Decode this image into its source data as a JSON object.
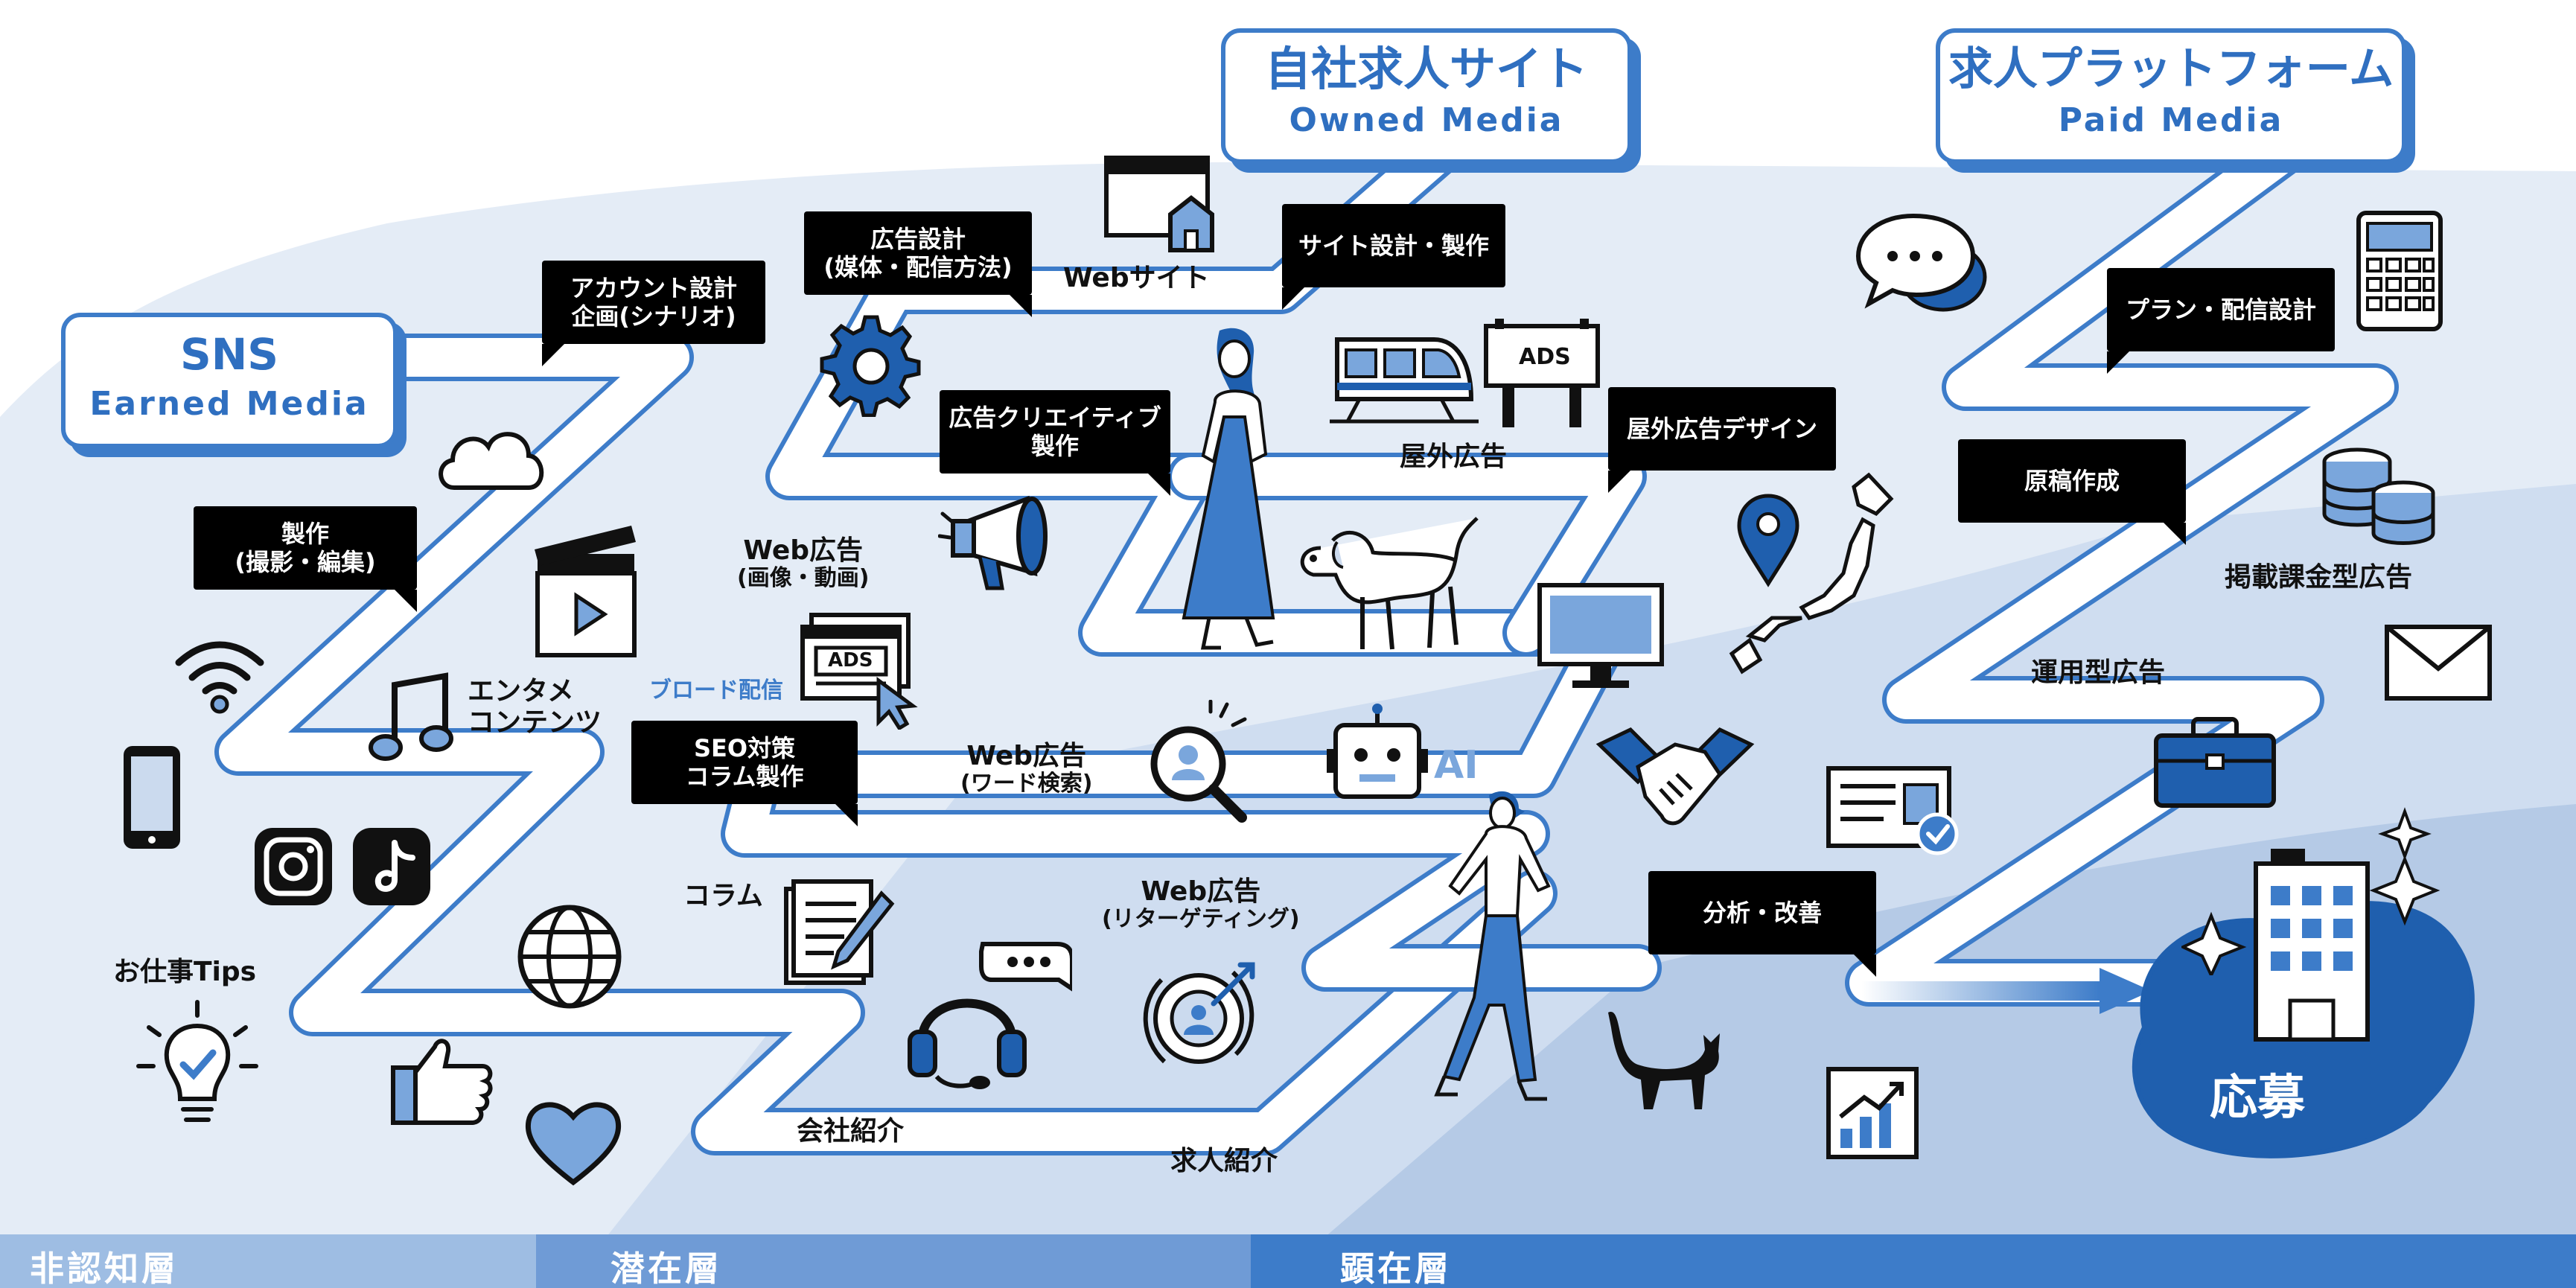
{
  "channels": {
    "sns": {
      "title": "SNS",
      "subtitle": "Earned Media"
    },
    "owned": {
      "title": "自社求人サイト",
      "subtitle": "Owned Media"
    },
    "paid": {
      "title": "求人プラットフォーム",
      "subtitle": "Paid Media"
    }
  },
  "tags": {
    "account_design": [
      "アカウント設計",
      "企画(シナリオ)"
    ],
    "production": [
      "製作",
      "(撮影・編集)"
    ],
    "ad_design": [
      "広告設計",
      "(媒体・配信方法)"
    ],
    "ad_creative": [
      "広告クリエイティブ",
      "製作"
    ],
    "site_design": "サイト設計・製作",
    "seo": [
      "SEO対策",
      "コラム製作"
    ],
    "outdoor_design": "屋外広告デザイン",
    "plan": "プラン・配信設計",
    "manuscript": "原稿作成",
    "analysis": "分析・改善"
  },
  "labels": {
    "website": "Webサイト",
    "outdoor_ad": "屋外広告",
    "web_ad_image": {
      "main": "Web広告",
      "sub": "(画像・動画)"
    },
    "broad": "ブロード配信",
    "web_ad_word": {
      "main": "Web広告",
      "sub": "(ワード検索)"
    },
    "web_ad_retarget": {
      "main": "Web広告",
      "sub": "(リターゲティング)"
    },
    "entertainment": [
      "エンタメ",
      "コンテンツ"
    ],
    "column": "コラム",
    "work_tips": "お仕事Tips",
    "company": "会社紹介",
    "job": "求人紹介",
    "listing_ad": "掲載課金型広告",
    "operational_ad": "運用型広告",
    "ai": "AI",
    "ads_sign": "ADS",
    "ads_card": "ADS",
    "goal": "応募"
  },
  "layers": {
    "unaware": "非認知層",
    "latent": "潜在層",
    "apparent": "顕在層"
  },
  "colors": {
    "accent": "#3d7cc9",
    "dark_blue": "#1f5fae",
    "light_band": "#e4ecf6",
    "mid_band": "#cbdaee",
    "deep_band": "#aec5e4",
    "icon_fill": "#7aa6dc"
  }
}
